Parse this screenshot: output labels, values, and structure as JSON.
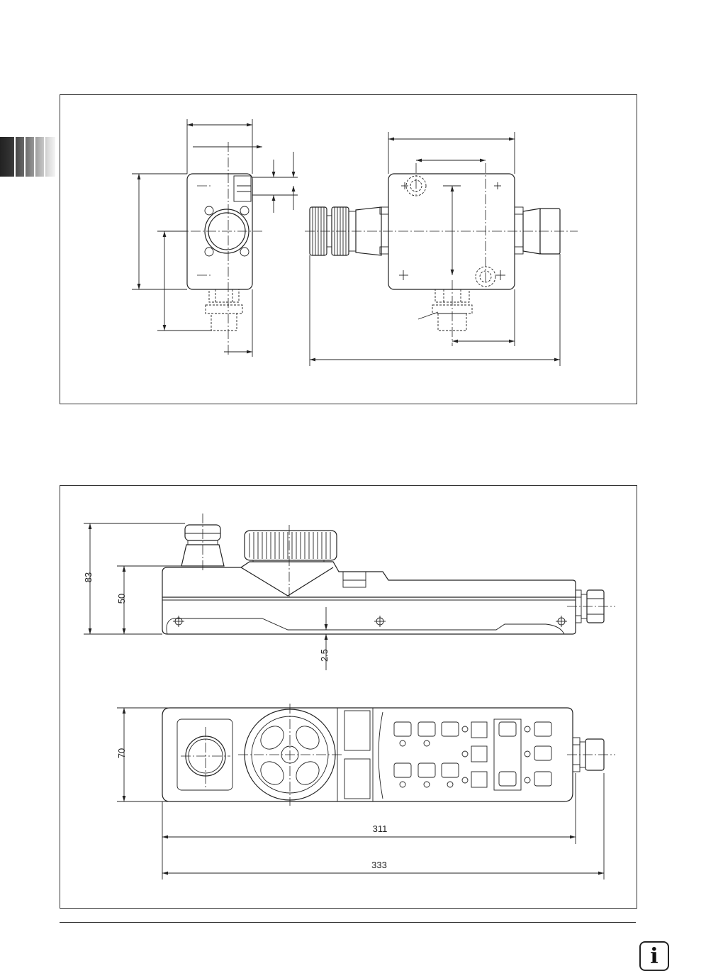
{
  "dimensions": {
    "height_total": "83",
    "height_body": "50",
    "clearance": "2.5",
    "width": "70",
    "length_body": "311",
    "length_total": "333"
  },
  "icons": {
    "info": "info-icon",
    "info_glyph": "i"
  },
  "colors": {
    "line": "#222222",
    "background": "#ffffff"
  }
}
